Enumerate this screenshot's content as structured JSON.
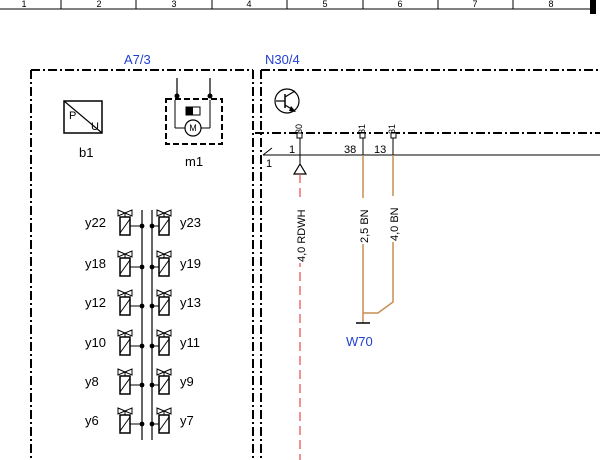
{
  "ruler": [
    "1",
    "2",
    "3",
    "4",
    "5",
    "6",
    "7",
    "8"
  ],
  "components": {
    "a7_3": "A7/3",
    "n30_4": "N30/4",
    "b1": "b1",
    "b1_symbol": [
      "P",
      "U"
    ],
    "m1": "m1",
    "m1_motor": "M",
    "w70": "W70"
  },
  "valves": {
    "left": [
      "y22",
      "y18",
      "y12",
      "y10",
      "y8",
      "y6"
    ],
    "right": [
      "y23",
      "y19",
      "y13",
      "y11",
      "y9",
      "y7"
    ]
  },
  "connector": {
    "label": "1",
    "pins": [
      {
        "pin": "1",
        "terminal": "30"
      },
      {
        "pin": "38",
        "terminal": "31"
      },
      {
        "pin": "13",
        "terminal": "31"
      }
    ]
  },
  "wires": [
    {
      "label": "4,0 RDWH",
      "color": "#e8484b"
    },
    {
      "label": "2,5 BN",
      "color": "#c98e55"
    },
    {
      "label": "4,0 BN",
      "color": "#c98e55"
    }
  ],
  "colors": {
    "component_labels": "#1f3fd0"
  }
}
